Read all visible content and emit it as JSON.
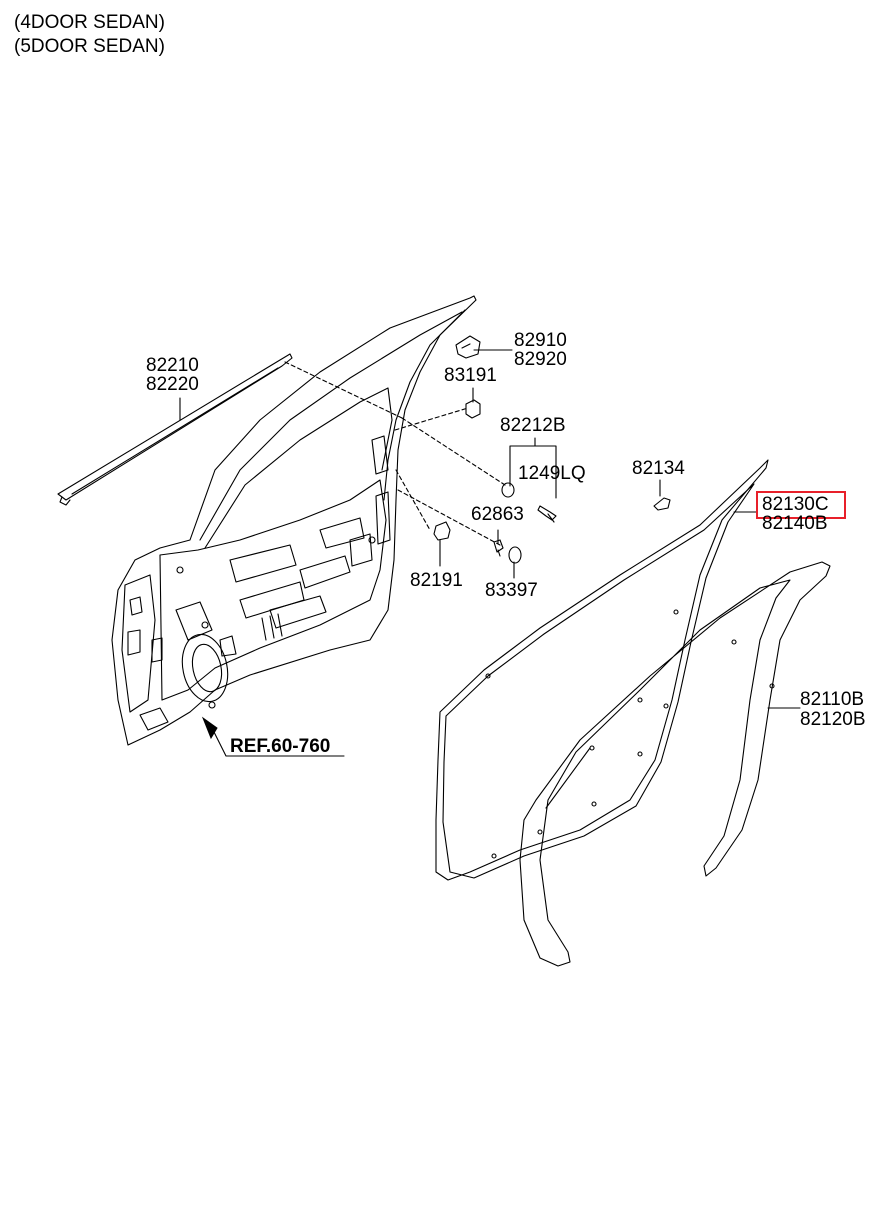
{
  "header": {
    "line1": "(4DOOR SEDAN)",
    "line2": "(5DOOR SEDAN)"
  },
  "labels": {
    "p82210": "82210",
    "p82220": "82220",
    "p82910": "82910",
    "p82920": "82920",
    "p83191": "83191",
    "p82212B": "82212B",
    "p1249LQ": "1249LQ",
    "p62863": "62863",
    "p82191": "82191",
    "p83397": "83397",
    "p82134": "82134",
    "p82130C": "82130C",
    "p82140B": "82140B",
    "p82110B": "82110B",
    "p82120B": "82120B",
    "ref": "REF.60-760"
  },
  "colors": {
    "highlight": "#e8202a",
    "line": "#000000"
  }
}
